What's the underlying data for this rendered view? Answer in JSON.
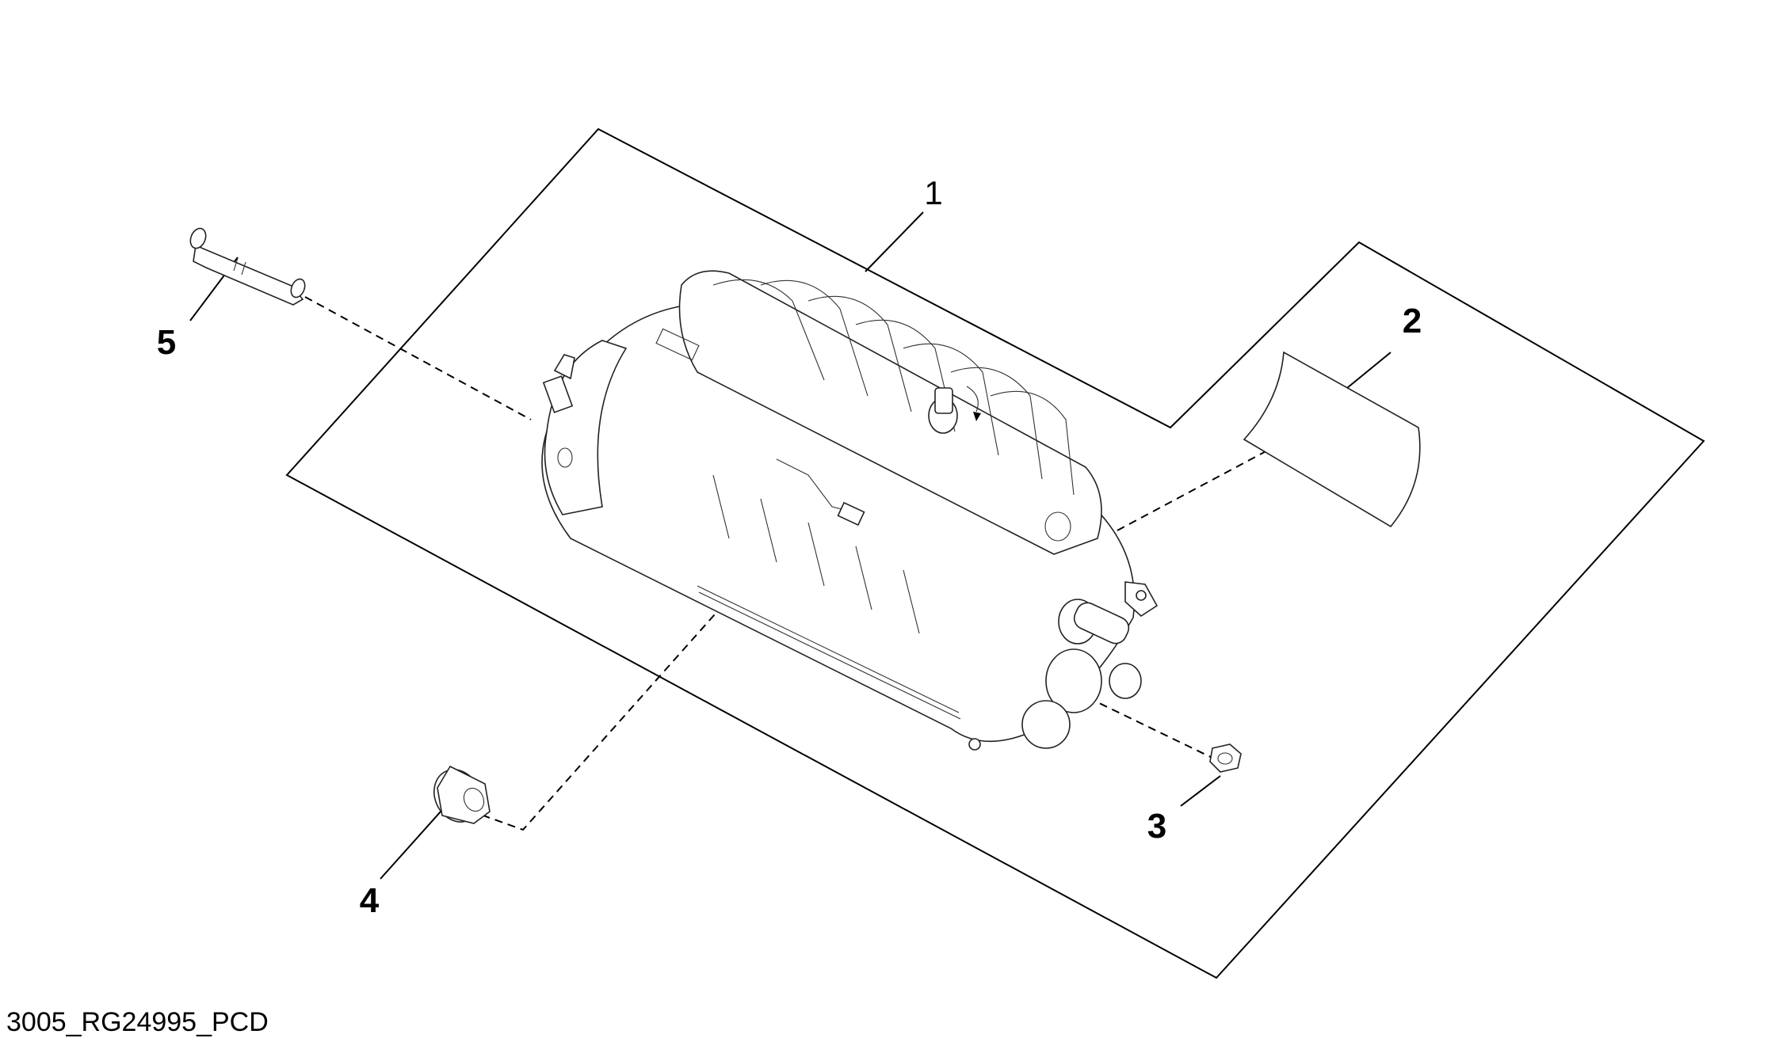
{
  "callouts": {
    "c1": "1",
    "c2": "2",
    "c3": "3",
    "c4": "4",
    "c5": "5"
  },
  "caption": "3005_RG24995_PCD"
}
